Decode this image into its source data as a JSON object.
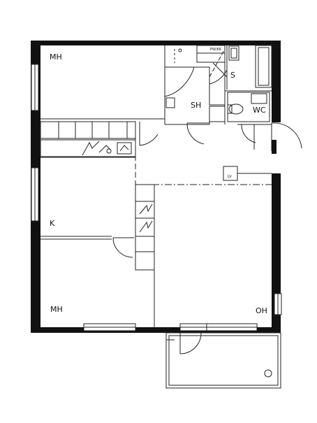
{
  "rooms": {
    "mh_top": "MH",
    "sh": "SH",
    "s": "S",
    "wc": "WC",
    "k": "K",
    "mh_bottom": "MH",
    "oh": "OH"
  },
  "fixtures": {
    "sauna_bench": "PW/KK",
    "boiler": "LV"
  },
  "colors": {
    "wall": "#111111",
    "line": "#222222",
    "background": "#ffffff"
  }
}
